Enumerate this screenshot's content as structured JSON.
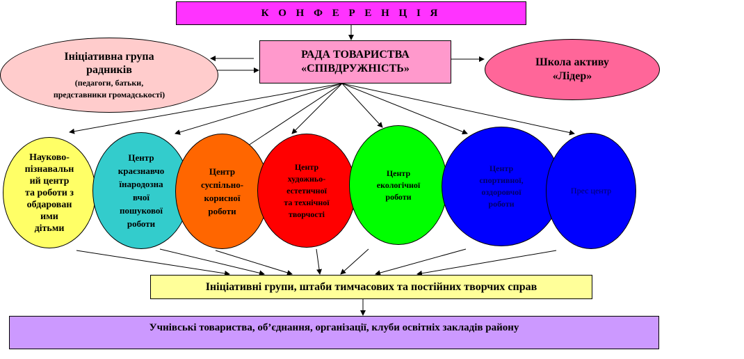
{
  "conference": "К О Н Ф Е Р Е Н Ц І Я",
  "rada": {
    "line1": "РАДА  ТОВАРИСТВА",
    "line2": "«СПІВДРУЖНІСТЬ»"
  },
  "advisors": {
    "title_line1": "Ініціативна група",
    "title_line2": "радників",
    "sub_line1": "(педагоги, батьки,",
    "sub_line2": "представники громадськості)"
  },
  "school": {
    "line1": "Школа  активу",
    "line2": "«Лідер»"
  },
  "centers": [
    {
      "lines": [
        "Науково-",
        "пізнавальн",
        "ий центр",
        "та роботи з",
        "обдарован",
        "ими",
        "дітьми"
      ]
    },
    {
      "lines": [
        "Центр",
        "краєзнавчо",
        "їнародозна",
        "вчої",
        "пошукової",
        "роботи"
      ]
    },
    {
      "lines": [
        "Центр",
        "суспільно-",
        "корисної",
        "роботи"
      ]
    },
    {
      "lines": [
        "Центр",
        "художньо-",
        "естетичної",
        "та технічної",
        "творчості"
      ]
    },
    {
      "lines": [
        "Центр",
        "екологічної",
        "роботи"
      ]
    },
    {
      "lines": [
        "Центр",
        "спортивної,",
        "оздоровчої",
        "роботи"
      ]
    },
    {
      "lines": [
        "Прес центр"
      ]
    }
  ],
  "initiative_groups": "Ініціативні групи, штаби тимчасових та постійних творчих справ",
  "student_societies": "Учнівські товариства, об’єднання, організації, клуби освітніх закладів району"
}
